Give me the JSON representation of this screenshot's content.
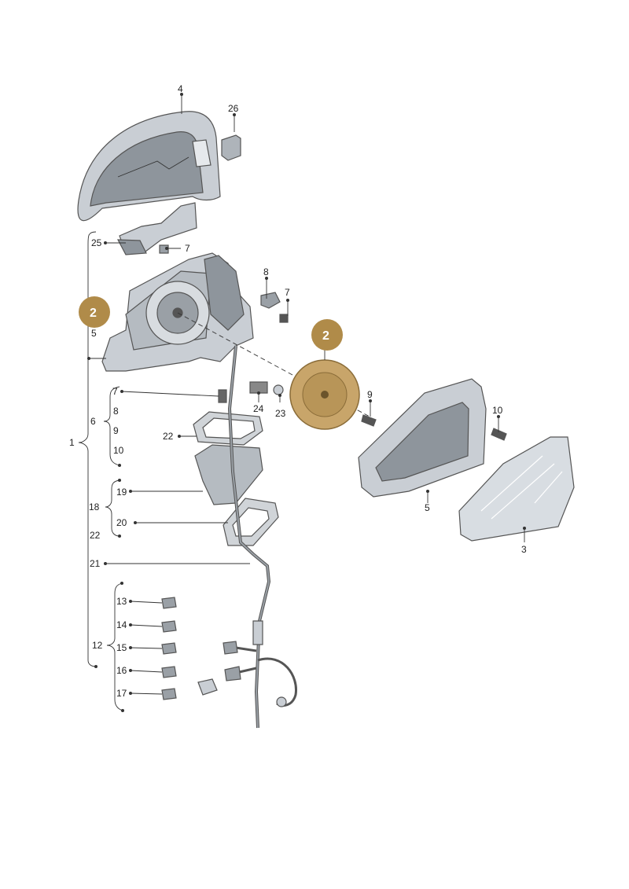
{
  "colors": {
    "part_fill": "#c9ced4",
    "part_dark": "#8e959c",
    "highlight": "#c8a56a",
    "badge": "#b08b49",
    "line": "#333333"
  },
  "labels": {
    "l4": "4",
    "l26": "26",
    "l25": "25",
    "l7a": "7",
    "l8a": "8",
    "l7b": "7",
    "l5a": "5",
    "l7c": "7",
    "l24": "24",
    "l23": "23",
    "l6": "6",
    "l8b": "8",
    "l9a": "9",
    "l10a": "10",
    "l9b": "9",
    "l10b": "10",
    "l5b": "5",
    "l3": "3",
    "l22a": "22",
    "l1": "1",
    "l19": "19",
    "l18": "18",
    "l20": "20",
    "l22b": "22",
    "l21": "21",
    "l13": "13",
    "l14": "14",
    "l12": "12",
    "l15": "15",
    "l16": "16",
    "l17": "17"
  },
  "badges": {
    "b1": "2",
    "b2": "2"
  }
}
